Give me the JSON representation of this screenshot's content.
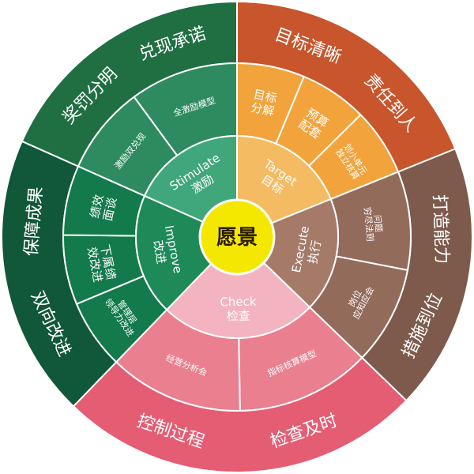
{
  "center": {
    "label": "愿景",
    "color": "#f5e800"
  },
  "sections": [
    {
      "id": "target",
      "core": {
        "en": "Target",
        "zh": "目标"
      },
      "outer": [
        "目标清晰",
        "责任到人"
      ],
      "items": [
        [
          "目标",
          "分解"
        ],
        [
          "预算",
          "配套"
        ],
        [
          "划小单元",
          "独立核算"
        ]
      ],
      "colors": {
        "outer": "#c8552c",
        "mid": "#f2a33c",
        "core": "#f4bb62"
      }
    },
    {
      "id": "execute",
      "core": {
        "en": "Execute",
        "zh": "执行"
      },
      "outer": [
        "打造能力",
        "措施到位"
      ],
      "items": [
        [
          "问题",
          "穷尽法则"
        ],
        [
          "岗位",
          "应知应会"
        ]
      ],
      "colors": {
        "outer": "#7d5a4c",
        "mid": "#936b5b",
        "core": "#a57a69"
      }
    },
    {
      "id": "check",
      "core": {
        "en": "Check",
        "zh": "检查"
      },
      "outer": [
        "检查及时",
        "控制过程"
      ],
      "items": [
        [
          "指标核算模型"
        ],
        [
          "经营分析会"
        ]
      ],
      "colors": {
        "outer": "#e45d73",
        "mid": "#ea7f8f",
        "core": "#f3b4c0"
      }
    },
    {
      "id": "improve",
      "core": {
        "en": "Improve",
        "zh": "改进"
      },
      "outer": [
        "双向改进",
        "保障成果"
      ],
      "items": [
        [
          "管理层",
          "领导力改进"
        ],
        [
          "下属绩",
          "效改进"
        ],
        [
          "绩效",
          "面谈"
        ]
      ],
      "colors": {
        "outer": "#11573a",
        "mid": "#137a4b",
        "core": "#1d8a58"
      }
    },
    {
      "id": "stimulate",
      "core": {
        "en": "Stimulate",
        "zh": "激励"
      },
      "outer": [
        "奖罚分明",
        "兑现承诺"
      ],
      "items": [
        [
          "激励双兑现"
        ],
        [
          "全激励模型"
        ]
      ],
      "colors": {
        "outer": "#1f6f43",
        "mid": "#2e8b5f",
        "core": "#3fa77a"
      }
    }
  ]
}
